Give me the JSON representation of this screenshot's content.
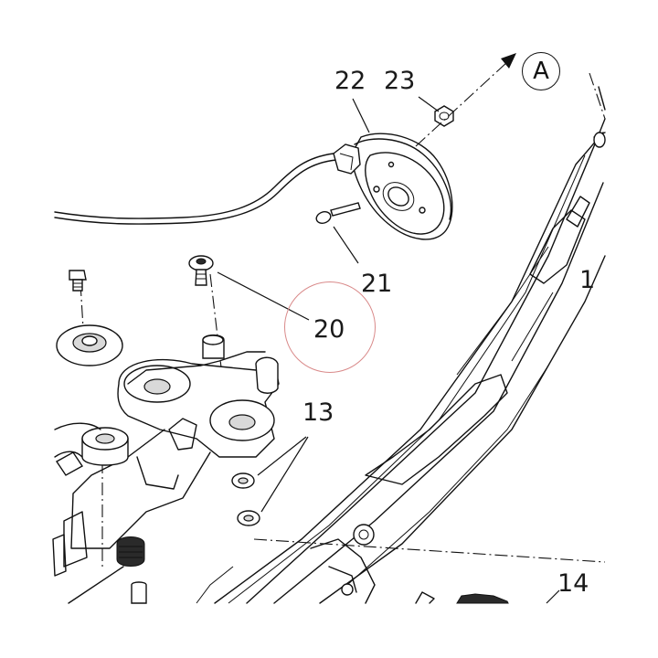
{
  "diagram": {
    "callouts": {
      "c22": "22",
      "c23": "23",
      "c21": "21",
      "c20": "20",
      "c13": "13",
      "c1": "1",
      "c14": "14"
    },
    "view_reference": "A",
    "colors": {
      "line": "#111111",
      "highlight_ring": "#d98a8a"
    }
  }
}
